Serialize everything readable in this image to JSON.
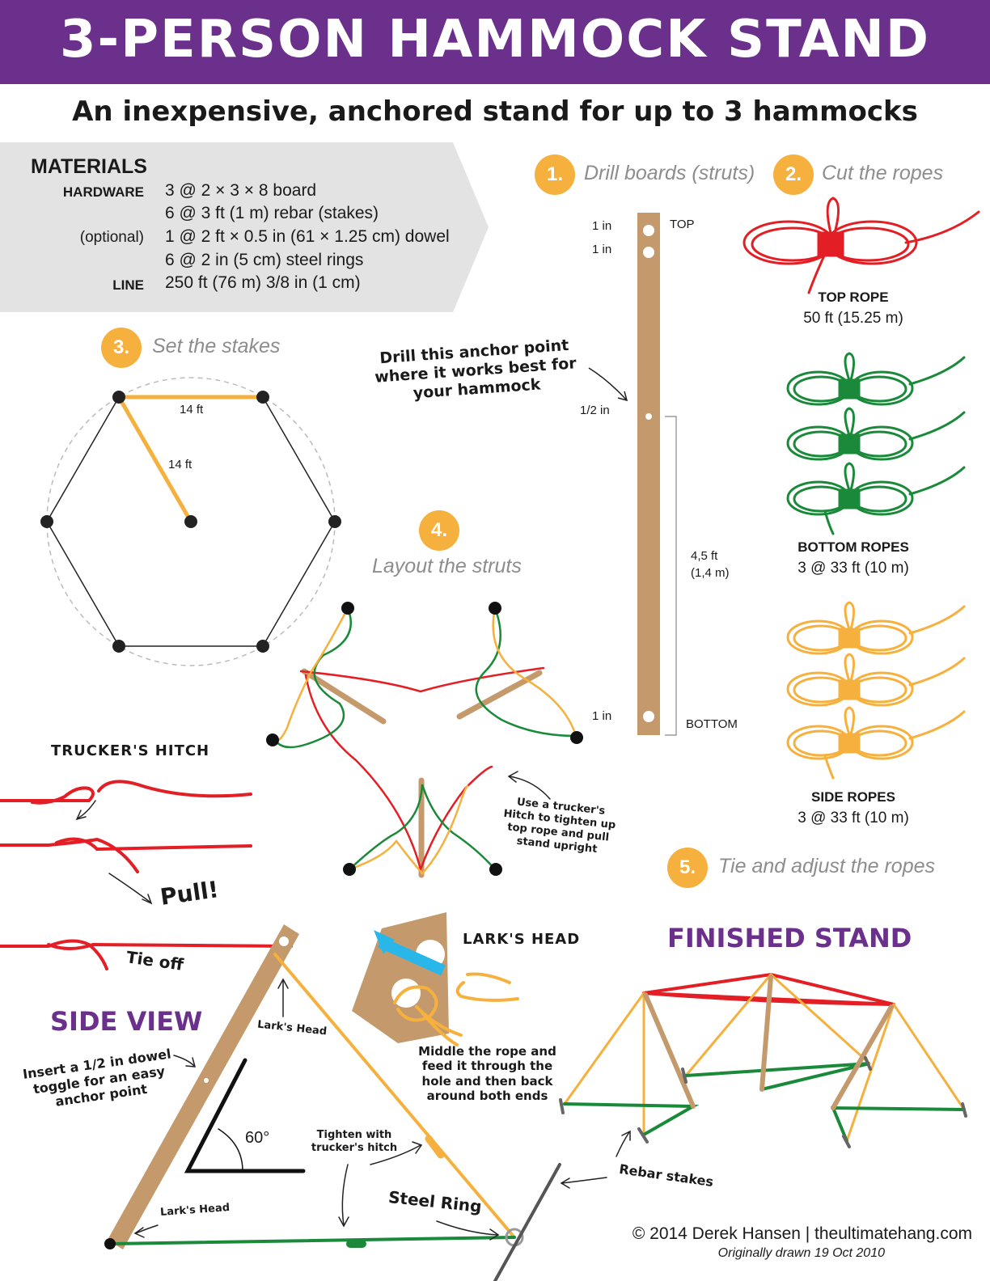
{
  "title": "3-PERSON HAMMOCK STAND",
  "subtitle": "An inexpensive, anchored stand for up to 3 hammocks",
  "materials": {
    "heading": "MATERIALS",
    "rows": [
      {
        "label": "HARDWARE",
        "value": "3 @ 2 × 3 × 8 board"
      },
      {
        "label": "",
        "value": "6 @ 3 ft (1 m) rebar (stakes)"
      },
      {
        "label": "(optional)",
        "value": "1 @ 2 ft × 0.5 in (61 × 1.25 cm) dowel"
      },
      {
        "label": "",
        "value": "6 @ 2 in (5 cm) steel rings"
      },
      {
        "label": "LINE",
        "value": "250 ft (76 m) 3/8 in (1 cm)"
      }
    ]
  },
  "steps": [
    {
      "num": "1.",
      "title": "Drill boards (struts)"
    },
    {
      "num": "2.",
      "title": "Cut the ropes"
    },
    {
      "num": "3.",
      "title": "Set the stakes"
    },
    {
      "num": "4.",
      "title": "Layout the struts"
    },
    {
      "num": "5.",
      "title": "Tie and adjust the ropes"
    }
  ],
  "strut": {
    "dim_top1": "1 in",
    "dim_top2": "1 in",
    "dim_half": "1/2 in",
    "dim_bottom": "1 in",
    "span_ft": "4,5 ft",
    "span_m": "(1,4 m)",
    "top_label": "TOP",
    "bottom_label": "BOTTOM",
    "anchor_note": "Drill this anchor point where it works best for your hammock"
  },
  "ropes": {
    "top": {
      "label": "TOP ROPE",
      "length": "50 ft (15.25 m)",
      "color": "#e31e24"
    },
    "bottom": {
      "label": "BOTTOM ROPES",
      "length": "3 @ 33 ft (10 m)",
      "color": "#1a8a3a"
    },
    "side": {
      "label": "SIDE ROPES",
      "length": "3 @ 33 ft (10 m)",
      "color": "#f6b03d"
    }
  },
  "stakes": {
    "edge": "14 ft",
    "radius": "14 ft"
  },
  "layout_note": "Use a trucker's Hitch to tighten up top rope and pull stand upright",
  "truckers_hitch": {
    "heading": "TRUCKER'S HITCH",
    "pull": "Pull!",
    "tie_off": "Tie off"
  },
  "larks_head": {
    "heading": "LARK'S HEAD",
    "note": "Middle the rope and feed it through the hole and then back around both ends"
  },
  "side_view": {
    "heading": "SIDE VIEW",
    "dowel_note": "Insert a 1/2 in dowel toggle for an easy anchor point",
    "larks_head_top": "Lark's Head",
    "larks_head_bottom": "Lark's Head",
    "angle": "60°",
    "tighten_note": "Tighten with trucker's hitch",
    "steel_ring": "Steel Ring"
  },
  "finished": {
    "heading": "FINISHED STAND",
    "rebar_note": "Rebar stakes"
  },
  "footer": {
    "copyright": "© 2014 Derek Hansen  |  theultimatehang.com",
    "drawn": "Originally drawn 19 Oct 2010"
  },
  "colors": {
    "purple": "#6b2f8c",
    "orange": "#f6b03d",
    "red": "#e31e24",
    "green": "#1a8a3a",
    "wood": "#c49a6c",
    "blue": "#29b6e8",
    "grey_box": "#e3e3e3"
  }
}
